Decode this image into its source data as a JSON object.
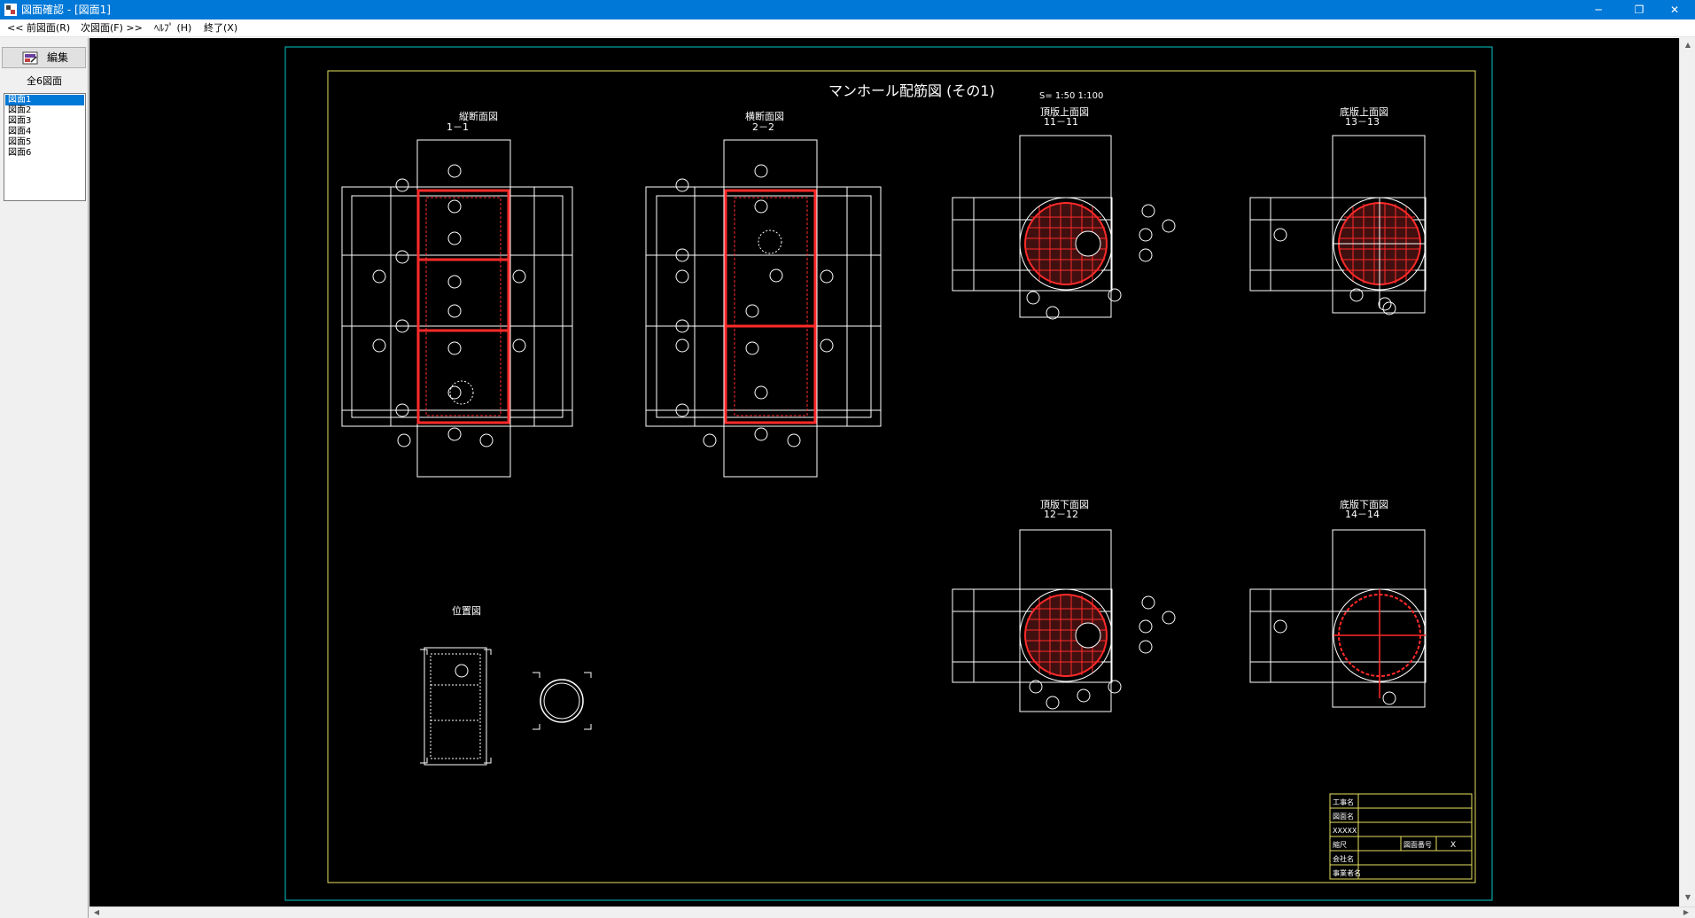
{
  "window": {
    "title": "図面確認 - [図面1]",
    "minimize_glyph": "─",
    "restore_glyph": "❐",
    "close_glyph": "✕"
  },
  "menu": {
    "prev": "<< 前図面(R)",
    "next": "次図面(F) >>",
    "help": "ﾍﾙﾌﾟ (H)",
    "exit": "終了(X)"
  },
  "side": {
    "edit_button": "編集",
    "total": "全6図面",
    "drawings": [
      "図面1",
      "図面2",
      "図面3",
      "図面4",
      "図面5",
      "図面6"
    ],
    "selected_index": 0
  },
  "drawing": {
    "title": "マンホール配筋図 (その1)",
    "scale": "S= 1:50 1:100",
    "views": {
      "longitudinal": {
        "name": "縦断面図",
        "section": "1－1"
      },
      "transverse": {
        "name": "横断面図",
        "section": "2－2"
      },
      "top_slab_upper": {
        "name": "頂版上面図",
        "section": "11－11"
      },
      "bottom_slab_upper": {
        "name": "底版上面図",
        "section": "13－13"
      },
      "top_slab_lower": {
        "name": "頂版下面図",
        "section": "12－12"
      },
      "bottom_slab_lower": {
        "name": "底版下面図",
        "section": "14－14"
      },
      "location": {
        "name": "位置図"
      }
    },
    "title_block": {
      "rows": [
        "工事名",
        "図面名",
        "XXXXX",
        "縮尺",
        "会社名",
        "事業者名"
      ],
      "drawing_no_label": "図面番号",
      "mark": "X"
    }
  },
  "colors": {
    "titlebar": "#0078d7",
    "canvas_bg": "#000000",
    "outer_frame": "#00c8c8",
    "inner_frame": "#e8e060",
    "line": "#ffffff",
    "rebar": "#ff2a2a"
  },
  "icons": {
    "app": "app-icon",
    "edit": "edit-icon"
  }
}
